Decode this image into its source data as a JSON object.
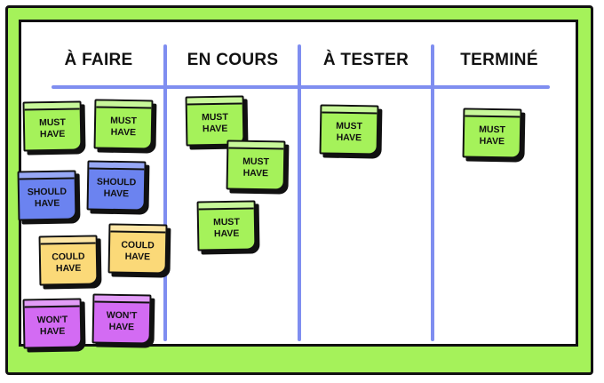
{
  "board": {
    "columns": [
      {
        "title": "À FAIRE"
      },
      {
        "title": "EN COURS"
      },
      {
        "title": "À TESTER"
      },
      {
        "title": "TERMINÉ"
      }
    ]
  },
  "notes": {
    "a_faire": [
      {
        "label": "MUST\nHAVE",
        "priority": "must"
      },
      {
        "label": "MUST\nHAVE",
        "priority": "must"
      },
      {
        "label": "SHOULD\nHAVE",
        "priority": "should"
      },
      {
        "label": "SHOULD\nHAVE",
        "priority": "should"
      },
      {
        "label": "COULD\nHAVE",
        "priority": "could"
      },
      {
        "label": "COULD\nHAVE",
        "priority": "could"
      },
      {
        "label": "WON'T\nHAVE",
        "priority": "wont"
      },
      {
        "label": "WON'T\nHAVE",
        "priority": "wont"
      }
    ],
    "en_cours": [
      {
        "label": "MUST\nHAVE",
        "priority": "must"
      },
      {
        "label": "MUST\nHAVE",
        "priority": "must"
      },
      {
        "label": "MUST\nHAVE",
        "priority": "must"
      }
    ],
    "a_tester": [
      {
        "label": "MUST\nHAVE",
        "priority": "must"
      }
    ],
    "termine": [
      {
        "label": "MUST\nHAVE",
        "priority": "must"
      }
    ]
  },
  "colors": {
    "frame": "#a5f25a",
    "divider": "#7f8ef0",
    "must": "#a5f25a",
    "should": "#6b83f0",
    "could": "#fbd978",
    "wont": "#d36bf3"
  }
}
